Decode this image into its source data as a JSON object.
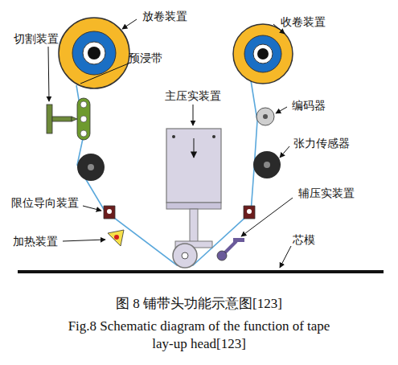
{
  "diagram": {
    "caption": "图 8 铺带头功能示意图[123]",
    "labels": [
      "放卷装置",
      "收卷装置",
      "切割装置",
      "预浸带",
      "主压实装置",
      "编码器",
      "张力传感器",
      "限位导向装置",
      "辅压实装置",
      "加热装置",
      "芯模",
      "Fig.8 Schematic diagram of the function of tape lay-up head[123]"
    ]
  }
}
